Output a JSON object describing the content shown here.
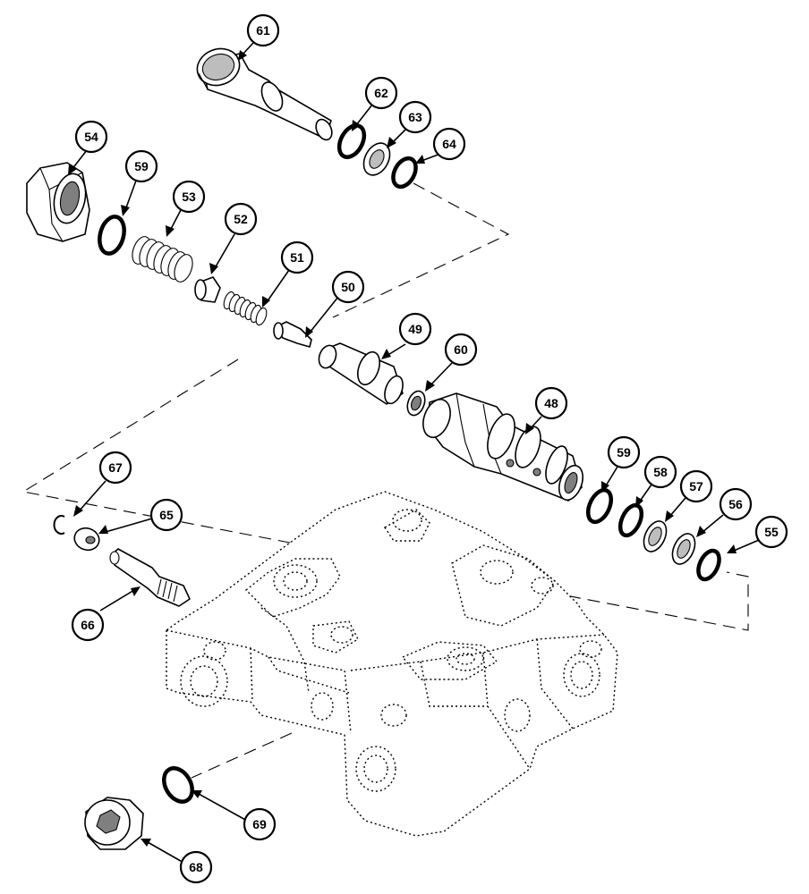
{
  "diagram": {
    "type": "exploded-parts-view",
    "callouts": {
      "c61": "61",
      "c62": "62",
      "c63": "63",
      "c64": "64",
      "c54": "54",
      "c59a": "59",
      "c53": "53",
      "c52": "52",
      "c51": "51",
      "c50": "50",
      "c49": "49",
      "c60": "60",
      "c48": "48",
      "c59b": "59",
      "c58": "58",
      "c57": "57",
      "c56": "56",
      "c55": "55",
      "c67": "67",
      "c65": "65",
      "c66": "66",
      "c69": "69",
      "c68": "68"
    }
  }
}
